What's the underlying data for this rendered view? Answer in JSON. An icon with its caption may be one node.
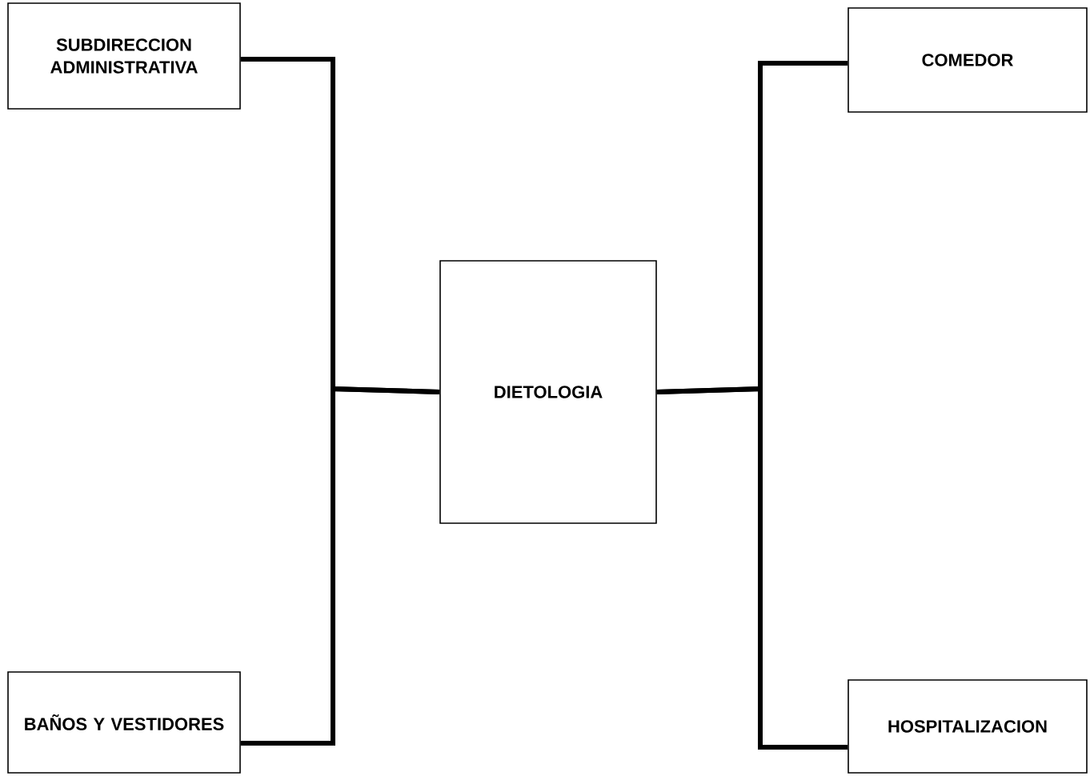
{
  "diagram": {
    "nodes": [
      {
        "text": [
          "SUBDIRECCION ADMINISTRATIVA"
        ]
      },
      {
        "text": [
          "BAÑOS Y VESTIDORES"
        ]
      },
      {
        "text": [
          "DIETOLOGIA"
        ]
      },
      {
        "text": [
          "COMEDOR"
        ]
      },
      {
        "text": [
          "HOSPITALIZACION"
        ]
      }
    ],
    "edges": [
      {
        "from": 2,
        "to": 0,
        "arrow": "none"
      },
      {
        "from": 2,
        "to": 1,
        "arrow": "none"
      },
      {
        "from": 2,
        "to": 3,
        "arrow": "none"
      },
      {
        "from": 2,
        "to": 4,
        "arrow": "none"
      }
    ]
  }
}
